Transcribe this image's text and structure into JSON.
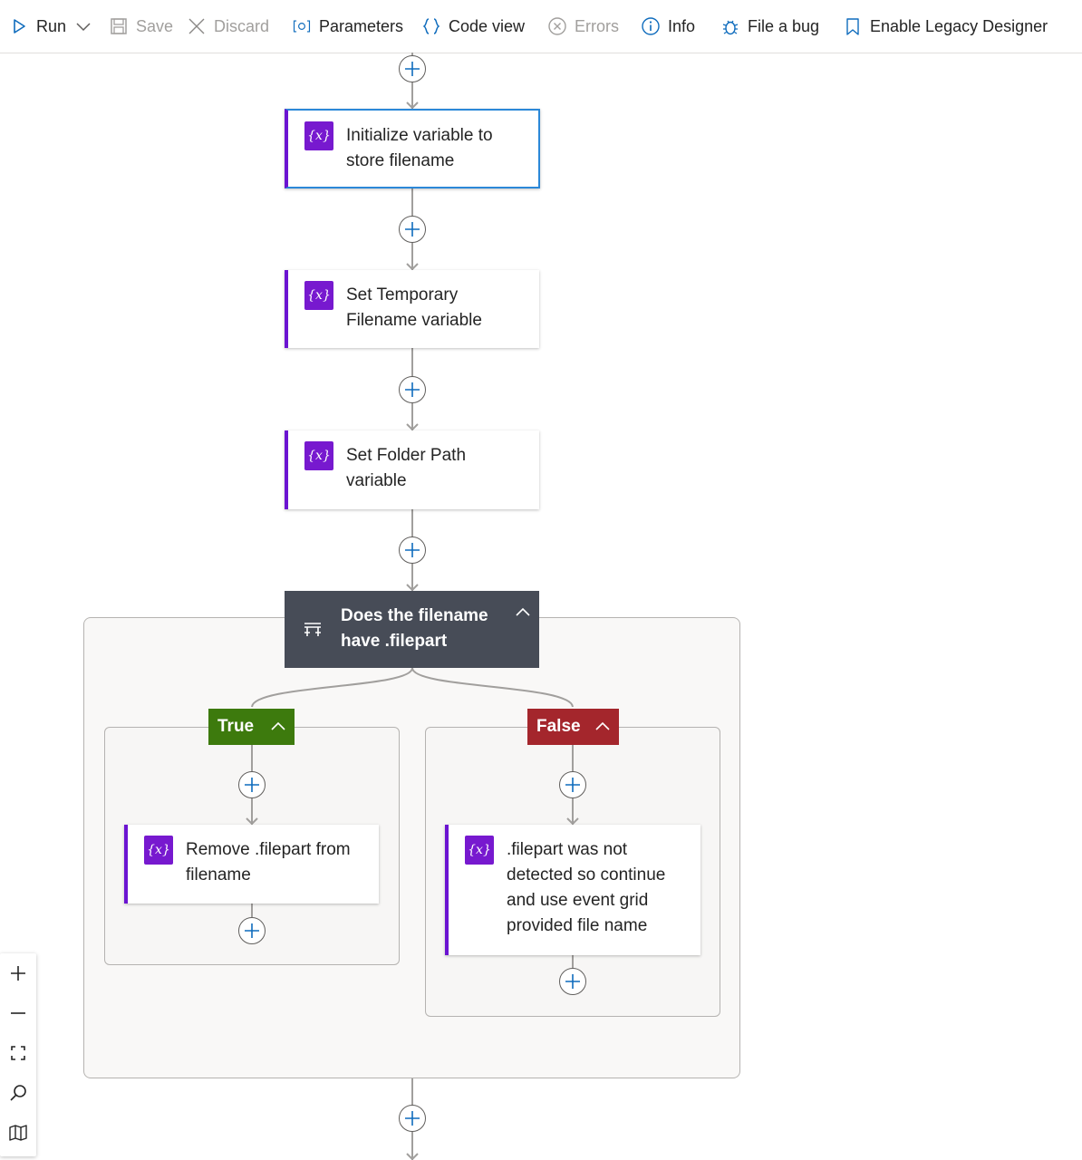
{
  "toolbar": {
    "run": "Run",
    "save": "Save",
    "discard": "Discard",
    "parameters": "Parameters",
    "code_view": "Code view",
    "errors": "Errors",
    "info": "Info",
    "file_bug": "File a bug",
    "legacy": "Enable Legacy Designer"
  },
  "actions": {
    "init_var": "Initialize variable to store filename",
    "set_temp": "Set Temporary Filename variable",
    "set_folder": "Set Folder Path variable",
    "remove_filepart": "Remove .filepart from filename",
    "not_detected": ".filepart was not detected so continue and use event grid provided file name"
  },
  "condition": {
    "title": "Does the filename have .filepart",
    "true_label": "True",
    "false_label": "False"
  },
  "colors": {
    "variable_accent": "#6b14d1",
    "true_badge": "#3d7a0d",
    "false_badge": "#a4262c",
    "condition_header": "#474c57",
    "selected_border": "#2b88d8"
  }
}
